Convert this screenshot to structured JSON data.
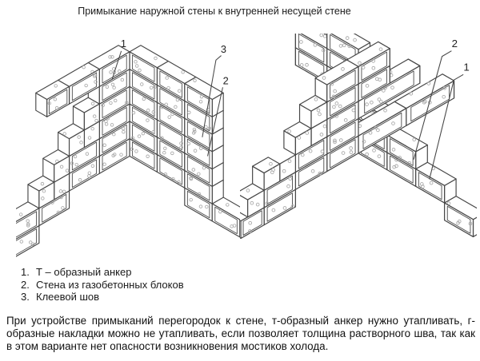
{
  "title": "Примыкание наружной стены к внутренней несущей стене",
  "figures": {
    "left": {
      "callouts": [
        {
          "n": "1"
        },
        {
          "n": "3"
        },
        {
          "n": "2"
        }
      ]
    },
    "right": {
      "callouts": [
        {
          "n": "2"
        },
        {
          "n": "1"
        }
      ]
    }
  },
  "legend": {
    "items": [
      {
        "num": "1.",
        "text": "Т – образный анкер"
      },
      {
        "num": "2.",
        "text": "Стена из газобетонных блоков"
      },
      {
        "num": "3.",
        "text": "Клеевой шов"
      }
    ]
  },
  "paragraph": "При устройстве примыканий перегородок к стене, т-образный анкер нужно утапливать, г-образные накладки можно не утапливать, если позволяет толщина растворного шва, так как в этом варианте нет опасности возникновения мостиков холода.",
  "colors": {
    "line": "#474747",
    "speckle": "#a9a9a9",
    "background": "#ffffff",
    "text": "#1a1a1a"
  }
}
